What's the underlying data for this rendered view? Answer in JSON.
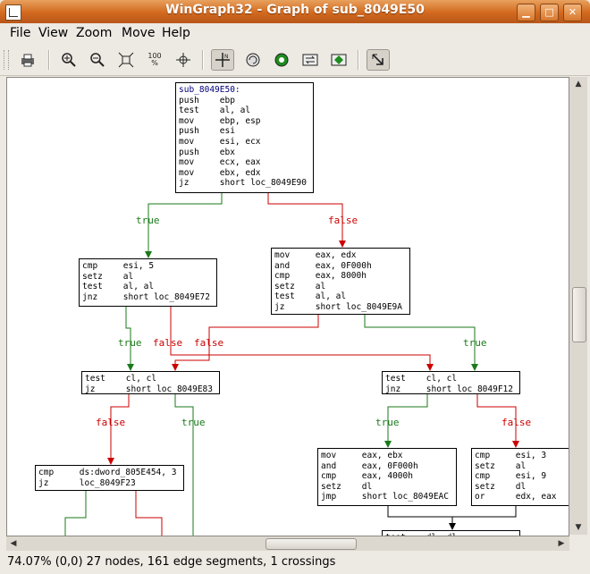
{
  "window": {
    "title": "WinGraph32 - Graph of sub_8049E50"
  },
  "menu": [
    "File",
    "View",
    "Zoom",
    "Move",
    "Help"
  ],
  "toolbar": {
    "buttons": [
      {
        "name": "print-icon",
        "glyph": "🖶"
      },
      {
        "name": "zoom-in-icon",
        "glyph": "⊕"
      },
      {
        "name": "zoom-out-icon",
        "glyph": "⊖"
      },
      {
        "name": "fit-window-icon",
        "glyph": "⛶"
      },
      {
        "name": "zoom-100-icon",
        "glyph": "100%"
      },
      {
        "name": "center-icon",
        "glyph": "⌖"
      },
      {
        "name": "origin-icon",
        "glyph": "┼"
      },
      {
        "name": "rotate-icon",
        "glyph": "↻"
      },
      {
        "name": "green-node-icon",
        "glyph": "◉"
      },
      {
        "name": "swap-icon",
        "glyph": "⇄"
      },
      {
        "name": "green-diamond-icon",
        "glyph": "◆"
      },
      {
        "name": "follow-edge-icon",
        "glyph": "↘"
      }
    ]
  },
  "graph": {
    "nodes": [
      {
        "id": "n0",
        "lines": [
          "sub_8049E50:",
          "push    ebp",
          "test    al, al",
          "mov     ebp, esp",
          "push    esi",
          "mov     esi, ecx",
          "push    ebx",
          "mov     ecx, eax",
          "mov     ebx, edx",
          "jz      short loc_8049E90"
        ]
      },
      {
        "id": "n1",
        "lines": [
          "cmp     esi, 5",
          "setz    al",
          "test    al, al",
          "jnz     short loc_8049E72"
        ]
      },
      {
        "id": "n2",
        "lines": [
          "mov     eax, edx",
          "and     eax, 0F000h",
          "cmp     eax, 8000h",
          "setz    al",
          "test    al, al",
          "jz      short loc_8049E9A"
        ]
      },
      {
        "id": "n3",
        "lines": [
          "test    cl, cl",
          "jz      short loc_8049E83"
        ]
      },
      {
        "id": "n4",
        "lines": [
          "test    cl, cl",
          "jnz     short loc_8049F12"
        ]
      },
      {
        "id": "n5",
        "lines": [
          "cmp     ds:dword_805E454, 3",
          "jz      loc_8049F23"
        ]
      },
      {
        "id": "n6",
        "lines": [
          "mov     eax, ebx",
          "and     eax, 0F000h",
          "cmp     eax, 4000h",
          "setz    dl",
          "jmp     short loc_8049EAC"
        ]
      },
      {
        "id": "n7",
        "lines": [
          "cmp     esi, 3",
          "setz    al",
          "cmp     esi, 9",
          "setz    dl",
          "or      edx, eax"
        ]
      },
      {
        "id": "n8",
        "lines": [
          "test    dl, dl"
        ]
      }
    ],
    "edge_labels": {
      "true": "true",
      "false": "false"
    },
    "colors": {
      "true": "#1a7a1a",
      "false": "#cc0000",
      "neutral": "#000000"
    }
  },
  "status": "74.07% (0,0) 27 nodes, 161 edge segments, 1 crossings"
}
